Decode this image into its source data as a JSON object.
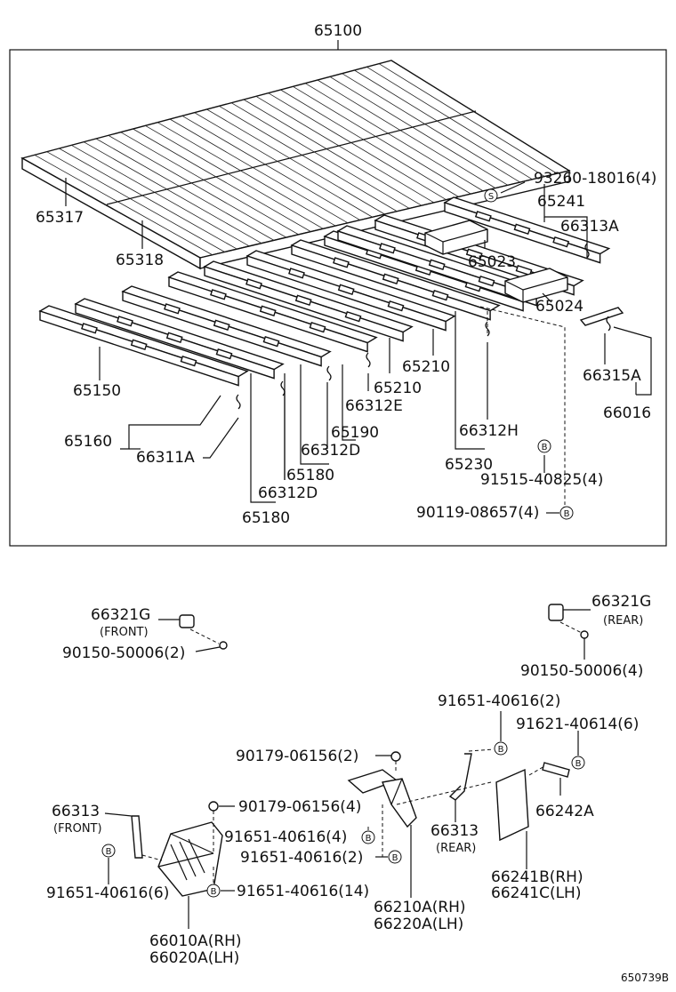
{
  "title": "65100",
  "figure_id": "650739B",
  "callouts": {
    "p65317": "65317",
    "p65318": "65318",
    "p93260": "93260-18016(4)",
    "p65241": "65241",
    "p66313A": "66313A",
    "p65023": "65023",
    "p65024": "65024",
    "p66315A": "66315A",
    "p66016": "66016",
    "p65150": "65150",
    "p65210a": "65210",
    "p65210b": "65210",
    "p66312E": "66312E",
    "p65190": "65190",
    "p66312Da": "66312D",
    "p65180a": "65180",
    "p66312Db": "66312D",
    "p65180b": "65180",
    "p65160": "65160",
    "p66311A": "66311A",
    "p66312H": "66312H",
    "p65230": "65230",
    "p91515": "91515-40825(4)",
    "p90119": "90119-08657(4)",
    "p66321G_front": "66321G",
    "front_note": "(FRONT)",
    "p90150_front": "90150-50006(2)",
    "p66321G_rear": "66321G",
    "rear_note": "(REAR)",
    "p90150_rear": "90150-50006(4)",
    "p91651_2a": "91651-40616(2)",
    "p91621": "91621-40614(6)",
    "p90179_2": "90179-06156(2)",
    "p90179_4": "90179-06156(4)",
    "p66313_front": "66313",
    "front_note2": "(FRONT)",
    "p91651_4": "91651-40616(4)",
    "p91651_2b": "91651-40616(2)",
    "p91651_6": "91651-40616(6)",
    "p91651_14": "91651-40616(14)",
    "p66242A": "66242A",
    "p66313_rear": "66313",
    "rear_note2": "(REAR)",
    "p66241B": "66241B(RH)",
    "p66241C": "66241C(LH)",
    "p66210A": "66210A(RH)",
    "p66220A": "66220A(LH)",
    "p66010A": "66010A(RH)",
    "p66020A": "66020A(LH)"
  },
  "symbols": {
    "s_mark": "S",
    "b_mark": "B"
  }
}
